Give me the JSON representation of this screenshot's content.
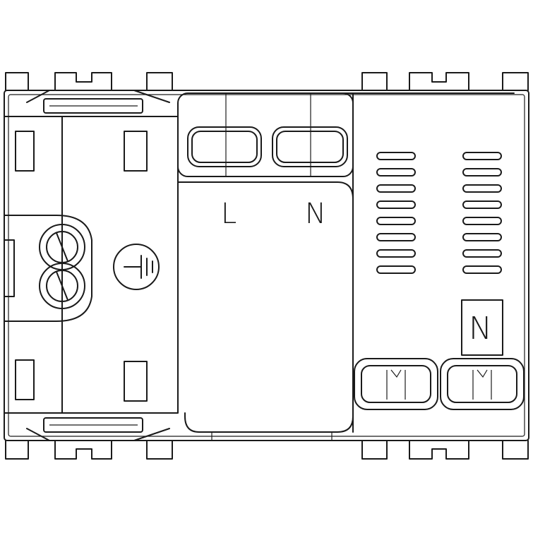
{
  "labels": {
    "terminal_l": "L",
    "terminal_n_top": "N",
    "terminal_n_bottom": "N"
  },
  "colors": {
    "line": "#1a1a1a",
    "background": "#ffffff"
  },
  "icons": {
    "earth": "earth-ground-symbol"
  }
}
